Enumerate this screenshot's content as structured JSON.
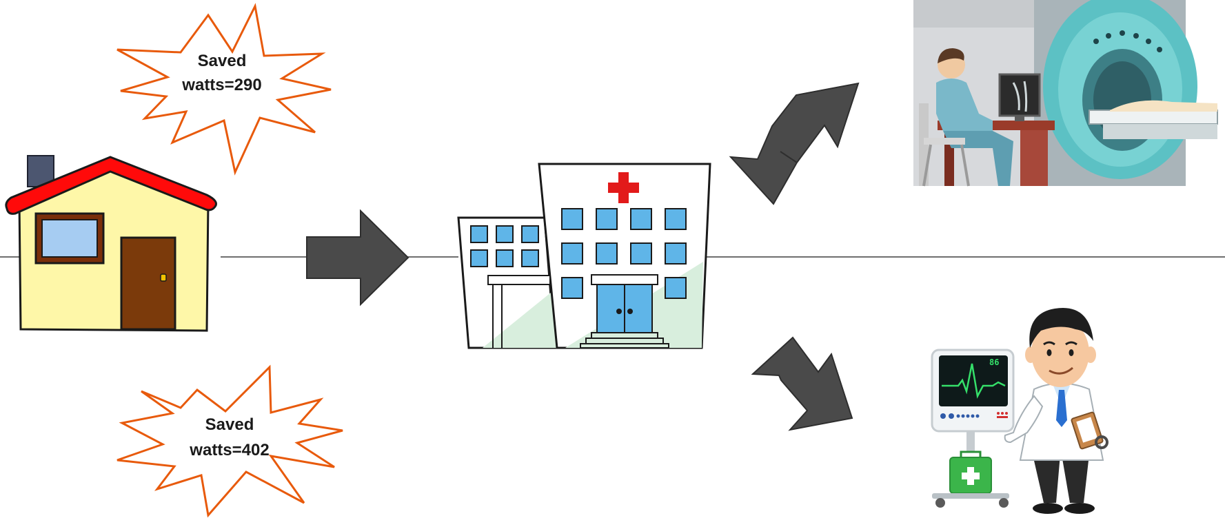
{
  "bursts": [
    {
      "line1": "Saved",
      "line2": "watts=290"
    },
    {
      "line1": "Saved",
      "line2": "watts=402"
    }
  ],
  "monitor": {
    "reading": "86"
  },
  "colors": {
    "burst_outline": "#e85a0c",
    "arrow_fill": "#4a4a4a",
    "line": "#6e6e6e",
    "house_wall": "#fef7a8",
    "house_roof": "#ff0a0a",
    "door": "#7b3a0b",
    "hospital_cross": "#e21a1a",
    "window": "#5fb5e8",
    "scanner_body": "#5cc1c4",
    "medical_bag": "#3bb54a"
  },
  "icons": [
    "house-icon",
    "hospital-icon",
    "mri-scanner-icon",
    "doctor-with-monitor-icon",
    "arrow-right-icon",
    "arrow-up-right-icon",
    "arrow-down-right-icon"
  ]
}
